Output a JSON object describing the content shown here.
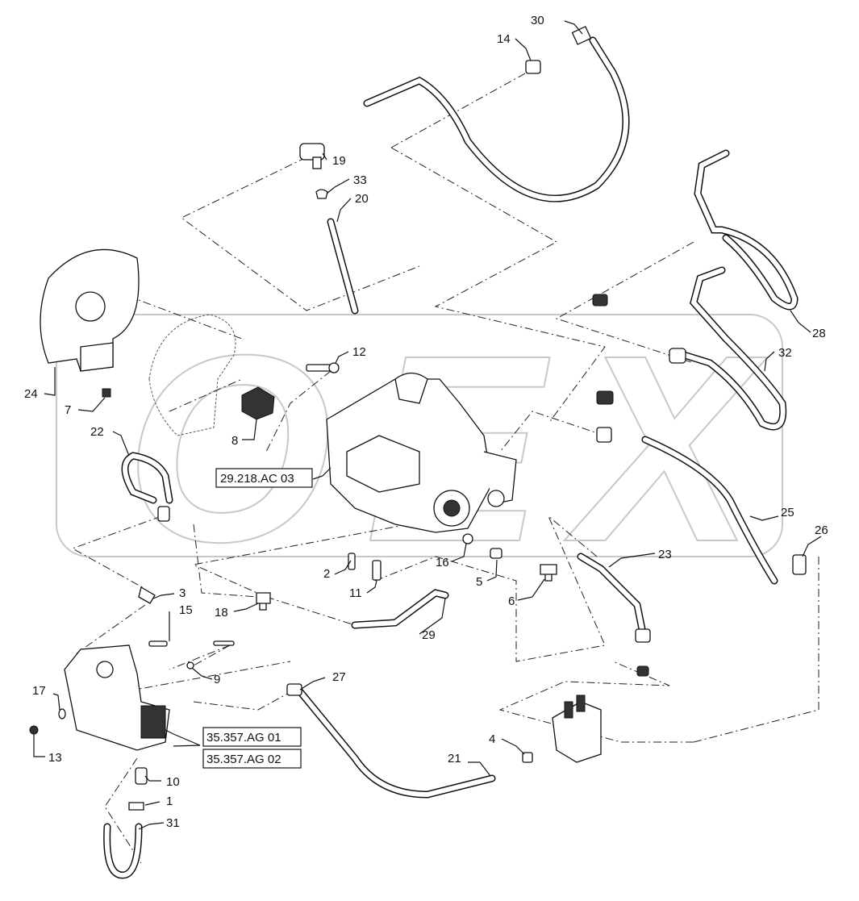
{
  "callouts": [
    {
      "id": "c30",
      "text": "30"
    },
    {
      "id": "c14",
      "text": "14"
    },
    {
      "id": "c19",
      "text": "19"
    },
    {
      "id": "c33",
      "text": "33"
    },
    {
      "id": "c20",
      "text": "20"
    },
    {
      "id": "c28",
      "text": "28"
    },
    {
      "id": "c32",
      "text": "32"
    },
    {
      "id": "c12",
      "text": "12"
    },
    {
      "id": "c24",
      "text": "24"
    },
    {
      "id": "c7",
      "text": "7"
    },
    {
      "id": "c8",
      "text": "8"
    },
    {
      "id": "c22",
      "text": "22"
    },
    {
      "id": "c25",
      "text": "25"
    },
    {
      "id": "c26",
      "text": "26"
    },
    {
      "id": "c23",
      "text": "23"
    },
    {
      "id": "c16",
      "text": "16"
    },
    {
      "id": "c5",
      "text": "5"
    },
    {
      "id": "c6",
      "text": "6"
    },
    {
      "id": "c2",
      "text": "2"
    },
    {
      "id": "c11",
      "text": "11"
    },
    {
      "id": "c3",
      "text": "3"
    },
    {
      "id": "c18",
      "text": "18"
    },
    {
      "id": "c15",
      "text": "15"
    },
    {
      "id": "c29",
      "text": "29"
    },
    {
      "id": "c9",
      "text": "9"
    },
    {
      "id": "c17",
      "text": "17"
    },
    {
      "id": "c27",
      "text": "27"
    },
    {
      "id": "c13",
      "text": "13"
    },
    {
      "id": "c4",
      "text": "4"
    },
    {
      "id": "c21",
      "text": "21"
    },
    {
      "id": "c10",
      "text": "10"
    },
    {
      "id": "c1",
      "text": "1"
    },
    {
      "id": "c31",
      "text": "31"
    }
  ],
  "references": {
    "pump": "29.218.AC 03",
    "valve_a": "35.357.AG 01",
    "valve_b": "35.357.AG 02"
  },
  "watermark": "OEX",
  "colors": {
    "line": "#111111",
    "watermark": "#c8c8c8",
    "background": "#ffffff"
  }
}
